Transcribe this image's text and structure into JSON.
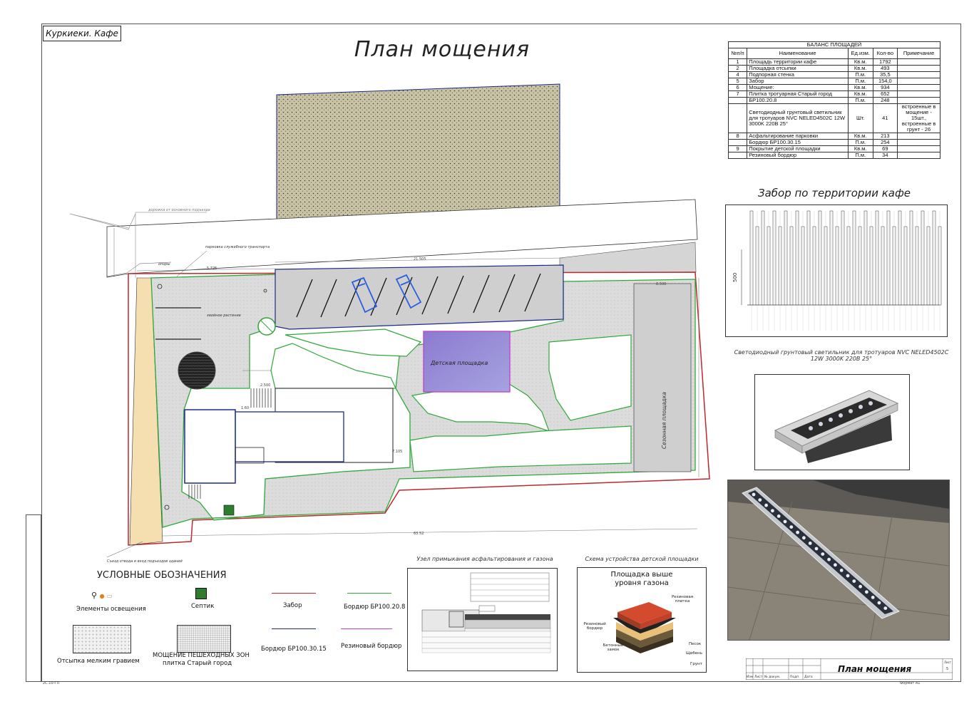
{
  "project_label": "Куркиеки. Кафе",
  "title": "План мощения",
  "balance": {
    "caption": "БАЛАНС ПЛОЩАДЕЙ",
    "headers": [
      "№п/п",
      "Наименование",
      "Ед.изм.",
      "Кол-во",
      "Примечание"
    ],
    "rows": [
      {
        "n": "1",
        "name": "Площадь территории кафе",
        "unit": "Кв.м.",
        "qty": "1792",
        "note": ""
      },
      {
        "n": "2",
        "name": "Площадка отсыпки",
        "unit": "Кв.м.",
        "qty": "493",
        "note": ""
      },
      {
        "n": "4",
        "name": "Подпорная стенка",
        "unit": "П.м.",
        "qty": "35,5",
        "note": ""
      },
      {
        "n": "5",
        "name": "Забор",
        "unit": "П.м.",
        "qty": "154,0",
        "note": ""
      },
      {
        "n": "6",
        "name": "Мощение:",
        "unit": "Кв.м.",
        "qty": "934",
        "note": ""
      },
      {
        "n": "7",
        "name": "Плитка тротуарная Старый город",
        "unit": "Кв.м.",
        "qty": "652",
        "note": ""
      },
      {
        "n": "",
        "name": "БР100.20.8",
        "unit": "П.м.",
        "qty": "248",
        "note": ""
      },
      {
        "n": "",
        "name": "Светодиодный грунтовый светильник для тротуаров NVC NELED4502C 12W 3000K 220В 25°",
        "unit": "Шт.",
        "qty": "41",
        "note": "встроенные в мощение - 15шт., встроенные в грунт - 26"
      },
      {
        "n": "8",
        "name": "Асфальтирование парковки",
        "unit": "Кв.м.",
        "qty": "213",
        "note": ""
      },
      {
        "n": "",
        "name": "Бордюр БР100.30.15",
        "unit": "П.м.",
        "qty": "254",
        "note": ""
      },
      {
        "n": "9",
        "name": "Покрытие детской площадки",
        "unit": "Кв.м.",
        "qty": "69",
        "note": ""
      },
      {
        "n": "",
        "name": "Резиновый бордюр",
        "unit": "П.м.",
        "qty": "34",
        "note": ""
      }
    ]
  },
  "fence_title": "Забор по территории кафе",
  "fence_dim": "500",
  "lamp_caption": "Светодиодный грунтовый светильник для тротуаров NVC NELED4502C 12W 3000K 220В 25°",
  "plan_labels": {
    "kids_area": "Детская площадка",
    "summer_area": "Сезонная площадка",
    "parking_note": "парковка служебного транспорта",
    "pole": "опоры",
    "tree": "хвойное растение",
    "top_note": "дорожка от основного подъезда",
    "bottom_note": "Съезд отвода и вход подъездов зданий"
  },
  "plan_dims": [
    "5.725",
    "21.505",
    "7.105",
    "8.500",
    "2.500",
    "1.60",
    "63.52"
  ],
  "legend": {
    "title": "УСЛОВНЫЕ ОБОЗНАЧЕНИЯ",
    "lighting": "Элементы освещения",
    "septic": "Септик",
    "fence": "Забор",
    "border_20": "Бордюр БР100.20.8",
    "border_30": "Бордюр БР100.30.15",
    "rubber": "Резиновый бордюр",
    "gravel": "Отсыпка мелким гравием",
    "paving": "МОЩЕНИЕ ПЕШЕХОДНЫХ ЗОН",
    "paving_sub": "плитка Старый город"
  },
  "node_title": "Узел примыкания асфальтирования и газона",
  "kids_scheme": {
    "title": "Схема устройства детской площадки",
    "heading": "Площадка выше уровня газона",
    "labels": [
      "Резиновая плитка",
      "Резиновый бордюр",
      "Бетонный замок",
      "Песок",
      "Щебень",
      "Грунт"
    ]
  },
  "stamp": {
    "title": "План мощения",
    "cols": [
      "Изм",
      "Лист",
      "№ докум.",
      "Подп.",
      "Дата"
    ],
    "sheet_label": "Лист",
    "sheet": "5",
    "format": "Формат А1",
    "footer": "2С.10-ГП"
  },
  "colors": {
    "fence": "#c0262a",
    "border_20": "#2fa83a",
    "border_30": "#1c2a8a",
    "rubber": "#c040c8",
    "gravel_strip": "#f5dfb0",
    "kids_area": "#9a8ad8",
    "cars": "#2a5fe0"
  }
}
